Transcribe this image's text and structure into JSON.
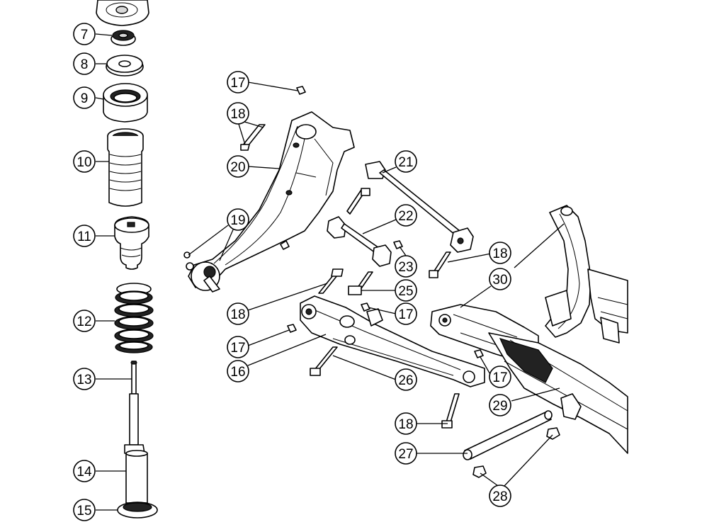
{
  "diagram": {
    "callouts": [
      {
        "id": "c7",
        "label": "7"
      },
      {
        "id": "c8",
        "label": "8"
      },
      {
        "id": "c9",
        "label": "9"
      },
      {
        "id": "c10",
        "label": "10"
      },
      {
        "id": "c11",
        "label": "11"
      },
      {
        "id": "c12",
        "label": "12"
      },
      {
        "id": "c13",
        "label": "13"
      },
      {
        "id": "c14",
        "label": "14"
      },
      {
        "id": "c15",
        "label": "15"
      },
      {
        "id": "c16",
        "label": "16"
      },
      {
        "id": "c17a",
        "label": "17"
      },
      {
        "id": "c17b",
        "label": "17"
      },
      {
        "id": "c17c",
        "label": "17"
      },
      {
        "id": "c17d",
        "label": "17"
      },
      {
        "id": "c18a",
        "label": "18"
      },
      {
        "id": "c18b",
        "label": "18"
      },
      {
        "id": "c18c",
        "label": "18"
      },
      {
        "id": "c18d",
        "label": "18"
      },
      {
        "id": "c19",
        "label": "19"
      },
      {
        "id": "c20",
        "label": "20"
      },
      {
        "id": "c21",
        "label": "21"
      },
      {
        "id": "c22",
        "label": "22"
      },
      {
        "id": "c23",
        "label": "23"
      },
      {
        "id": "c25",
        "label": "25"
      },
      {
        "id": "c26",
        "label": "26"
      },
      {
        "id": "c27",
        "label": "27"
      },
      {
        "id": "c28",
        "label": "28"
      },
      {
        "id": "c29",
        "label": "29"
      },
      {
        "id": "c30",
        "label": "30"
      }
    ]
  }
}
